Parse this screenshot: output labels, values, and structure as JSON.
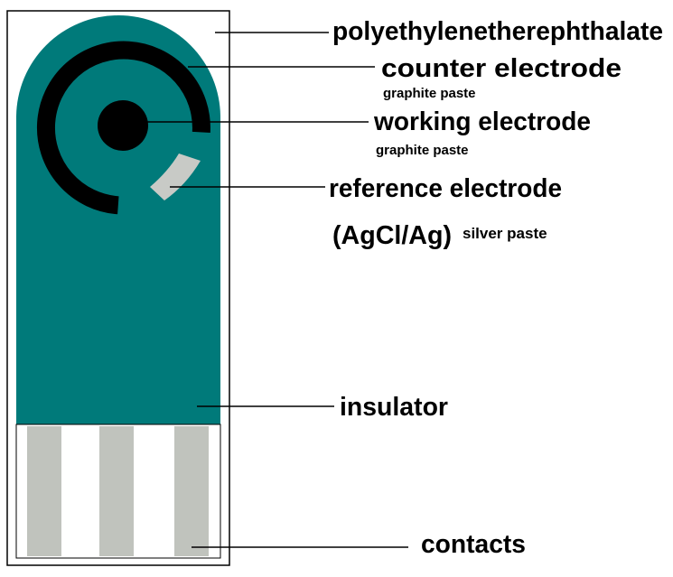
{
  "colors": {
    "substrate_outline": "#000000",
    "insulator": "#007A7A",
    "carbon": "#000000",
    "silver": "#C8CAC6",
    "contacts": "#C0C3BD",
    "background": "#FFFFFF"
  },
  "labels": {
    "substrate": "polyethylenetherephthalate",
    "counter": "counter electrode",
    "counter_material": "graphite paste",
    "working": "working electrode",
    "working_material": "graphite paste",
    "reference": "reference electrode",
    "reference_formula": "(AgCl/Ag)",
    "reference_material": "silver paste",
    "insulator": "insulator",
    "contacts": "contacts"
  }
}
